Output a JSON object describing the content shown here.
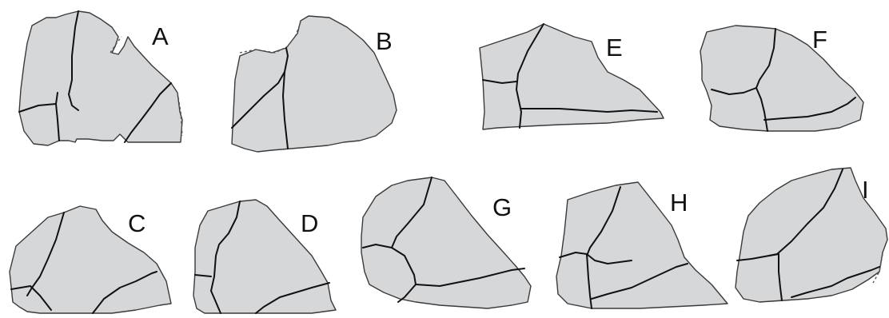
{
  "figure": {
    "panels": [
      {
        "id": "A",
        "label": "A"
      },
      {
        "id": "B",
        "label": "B"
      },
      {
        "id": "C",
        "label": "C"
      },
      {
        "id": "D",
        "label": "D"
      },
      {
        "id": "E",
        "label": "E"
      },
      {
        "id": "F",
        "label": "F"
      },
      {
        "id": "G",
        "label": "G"
      },
      {
        "id": "H",
        "label": "H"
      },
      {
        "id": "I",
        "label": "I"
      }
    ],
    "colors": {
      "fragment_fill": "#d6d7d9",
      "outline": "#3a3a3a",
      "crack_line": "#111111"
    }
  }
}
